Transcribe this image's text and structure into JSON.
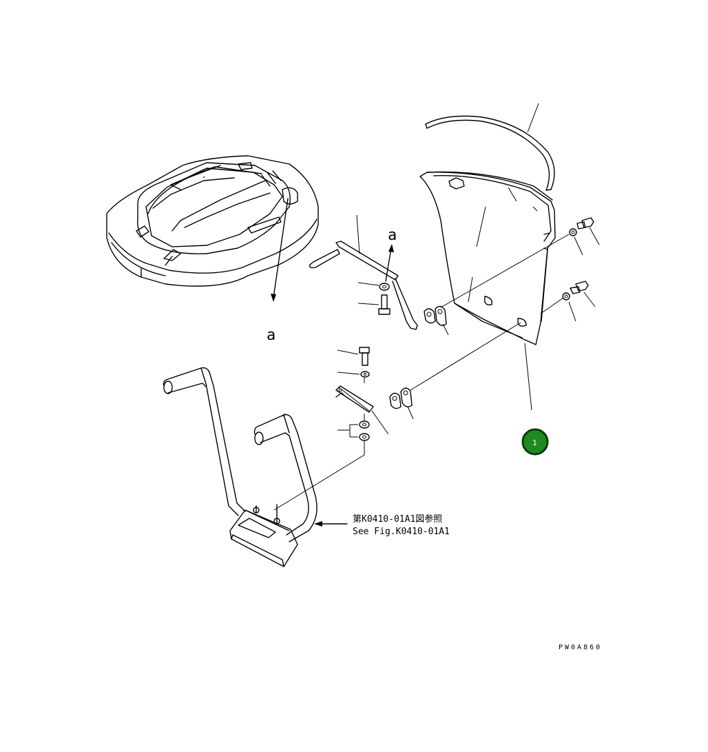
{
  "labels": {
    "arrow_a_top": "a",
    "arrow_a_bottom": "a",
    "reference_jp": "第K0410-01A1図参照",
    "reference_en": "See Fig.K0410-01A1",
    "drawing_code": "PW0A860",
    "callout_number": "1"
  },
  "colors": {
    "line": "#000000",
    "callout_fill": "#1f8a1f",
    "callout_stroke": "#0b3d0b",
    "callout_text": "#ffffff"
  }
}
